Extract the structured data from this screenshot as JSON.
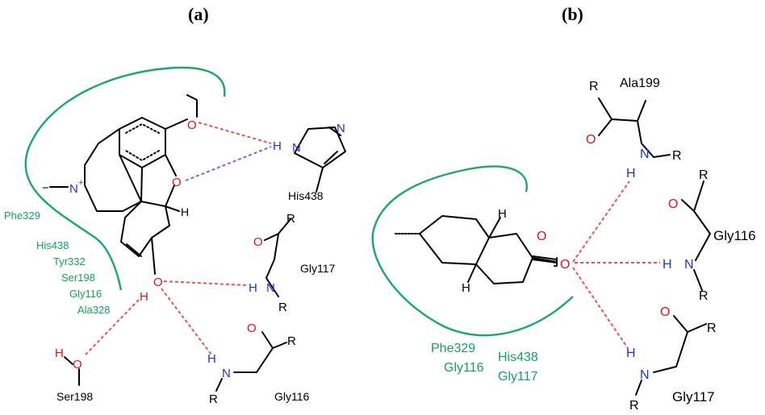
{
  "panels": {
    "a": "(a)",
    "b": "(b)"
  },
  "panel_a": {
    "atoms": {
      "N_plus": "N",
      "charge": "+",
      "methyl_dash": "−",
      "H_ring": "H",
      "O_methoxy": "O",
      "O_ring": "O",
      "O_hydroxyl": "O",
      "H_hydroxyl": "H",
      "His_H": "H",
      "His_N1": "N",
      "His_N2": "N",
      "Gly117_O": "O",
      "Gly117_R_top": "R",
      "Gly117_H": "H",
      "Gly117_N": "N",
      "Gly117_R_bottom": "R",
      "Gly116_O": "O",
      "Gly116_R_right": "R",
      "Gly116_H": "H",
      "Gly116_N": "N",
      "Gly116_R_bottom": "R",
      "Ser_H": "H",
      "Ser_O": "O"
    },
    "residues": {
      "his438": "His438",
      "gly117": "Gly117",
      "gly116": "Gly116",
      "ser198": "Ser198"
    },
    "pocket_residues": [
      "Phe329",
      "His438",
      "Tyr332",
      "Ser198",
      "Gly116",
      "Ala328"
    ]
  },
  "panel_b": {
    "atoms": {
      "H_top": "H",
      "H_bottom": "H",
      "O_ring": "O",
      "O_carbonyl": "O",
      "Ala_R": "R",
      "Ala_O": "O",
      "Ala_N": "N",
      "Ala_H": "H",
      "Ala_R2": "R",
      "Gly116_R_top": "R",
      "Gly116_O": "O",
      "Gly116_H": "H",
      "Gly116_N": "N",
      "Gly116_R_bottom": "R",
      "Gly117_O": "O",
      "Gly117_R_right": "R",
      "Gly117_H": "H",
      "Gly117_N": "N",
      "Gly117_R_bottom": "R"
    },
    "residues": {
      "ala199": "Ala199",
      "gly116": "Gly116",
      "gly117": "Gly117"
    },
    "pocket_residues": [
      "Phe329",
      "Gly116",
      "His438",
      "Gly117"
    ]
  },
  "colors": {
    "oxygen": "#e0111b",
    "nitrogen": "#1f35c8",
    "pocket": "#1aa86b",
    "hbond": "#e8505b",
    "hbond_alt": "#8c5be0"
  }
}
